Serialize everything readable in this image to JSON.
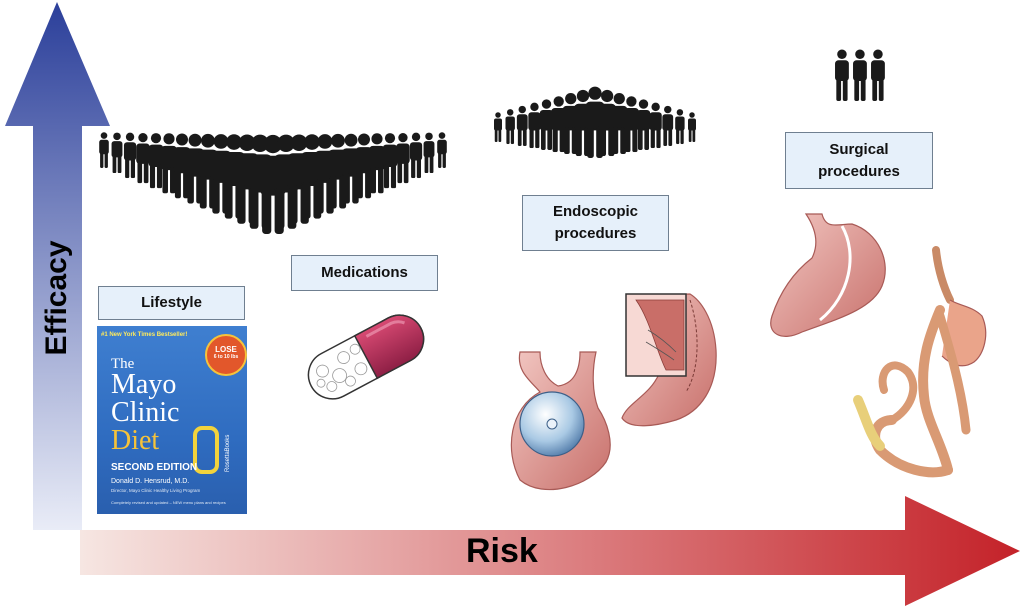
{
  "axes": {
    "y_label": "Efficacy",
    "x_label": "Risk",
    "colors": {
      "y_top": "#2b3f9a",
      "y_bottom": "#e9ecf7",
      "x_left": "#f6e6e2",
      "x_right": "#c42229"
    }
  },
  "categories": [
    {
      "id": "lifestyle",
      "label": "Lifestyle"
    },
    {
      "id": "medications",
      "label": "Medications"
    },
    {
      "id": "endoscopic",
      "label": "Endoscopic\nprocedures"
    },
    {
      "id": "surgical",
      "label": "Surgical\nprocedures"
    }
  ],
  "crowds": [
    {
      "id": "lifestyle-medications-crowd",
      "people": 27
    },
    {
      "id": "endoscopic-crowd",
      "people": 17
    },
    {
      "id": "surgical-crowd",
      "people": 3
    }
  ],
  "book": {
    "bestseller": "#1 New York Times Bestseller!",
    "title_the": "The",
    "title_mayo": "Mayo",
    "title_clinic": "Clinic",
    "title_diet": "Diet",
    "edition": "SECOND EDITION",
    "author": "Donald D. Hensrud, M.D.",
    "author_role": "Director, Mayo Clinic Healthy Living Program",
    "tagline": "Completely revised and updated – NEW menu plans and recipes",
    "badge_lose": "LOSE",
    "badge_amount": "6 to 10 lbs",
    "publisher": "RosettaBooks"
  }
}
